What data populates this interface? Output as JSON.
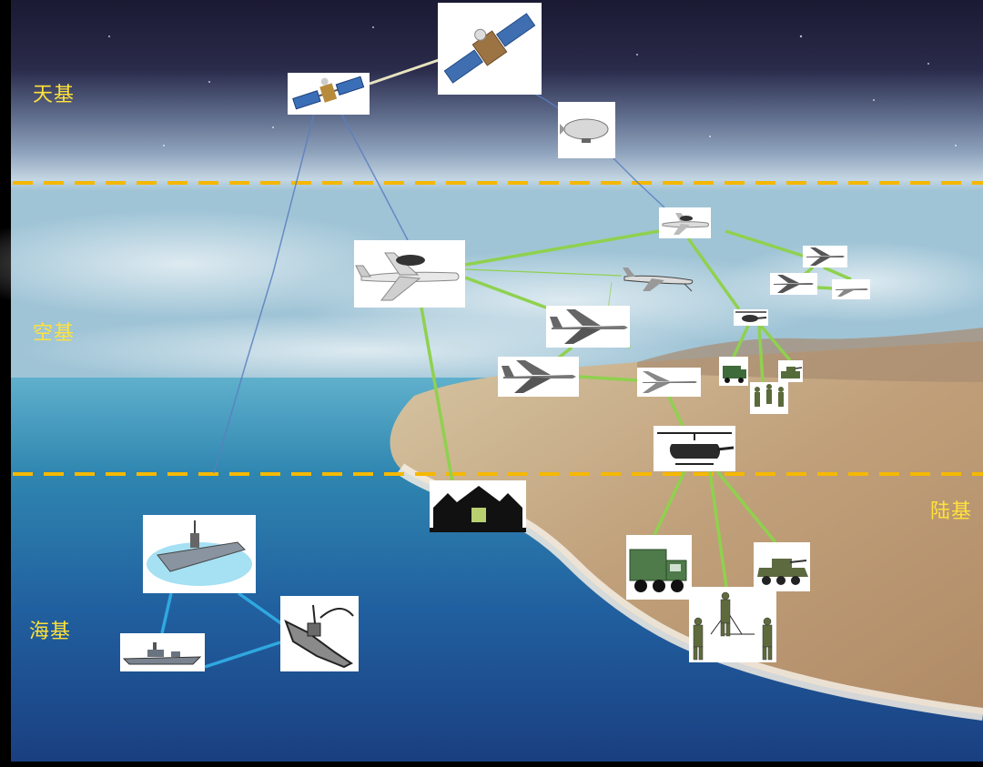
{
  "labels": {
    "space": "天基",
    "air": "空基",
    "sea": "海基",
    "land": "陆基"
  },
  "colors": {
    "divider": "#f5b800",
    "label": "#ffe23a",
    "air_link": "#8fd14f",
    "sea_link": "#2fa8e0",
    "sat_link": "#e8e4c0",
    "relay_link": "#5a7fc0"
  },
  "nodes": [
    {
      "name": "satellite-small-icon",
      "tier": "space"
    },
    {
      "name": "satellite-large-icon",
      "tier": "space"
    },
    {
      "name": "airship-icon",
      "tier": "space"
    },
    {
      "name": "awacs-aircraft-icon",
      "tier": "air"
    },
    {
      "name": "transport-plane-icon",
      "tier": "air"
    },
    {
      "name": "tanker-aircraft-icon",
      "tier": "air"
    },
    {
      "name": "fighter-jet-icon",
      "tier": "air"
    },
    {
      "name": "fighter-jet-icon",
      "tier": "air"
    },
    {
      "name": "drone-icon",
      "tier": "air"
    },
    {
      "name": "fighter-formation-icon",
      "tier": "air"
    },
    {
      "name": "fighter-formation-icon",
      "tier": "air"
    },
    {
      "name": "drone-small-icon",
      "tier": "air"
    },
    {
      "name": "helicopter-small-icon",
      "tier": "air"
    },
    {
      "name": "attack-helicopter-icon",
      "tier": "air"
    },
    {
      "name": "ground-station-icon",
      "tier": "land"
    },
    {
      "name": "truck-small-icon",
      "tier": "land"
    },
    {
      "name": "tank-small-icon",
      "tier": "land"
    },
    {
      "name": "soldiers-small-icon",
      "tier": "land"
    },
    {
      "name": "radar-truck-icon",
      "tier": "land"
    },
    {
      "name": "armored-vehicle-icon",
      "tier": "land"
    },
    {
      "name": "soldiers-group-icon",
      "tier": "land"
    },
    {
      "name": "aircraft-carrier-icon",
      "tier": "sea"
    },
    {
      "name": "destroyer-icon",
      "tier": "sea"
    },
    {
      "name": "warship-icon",
      "tier": "sea"
    }
  ]
}
